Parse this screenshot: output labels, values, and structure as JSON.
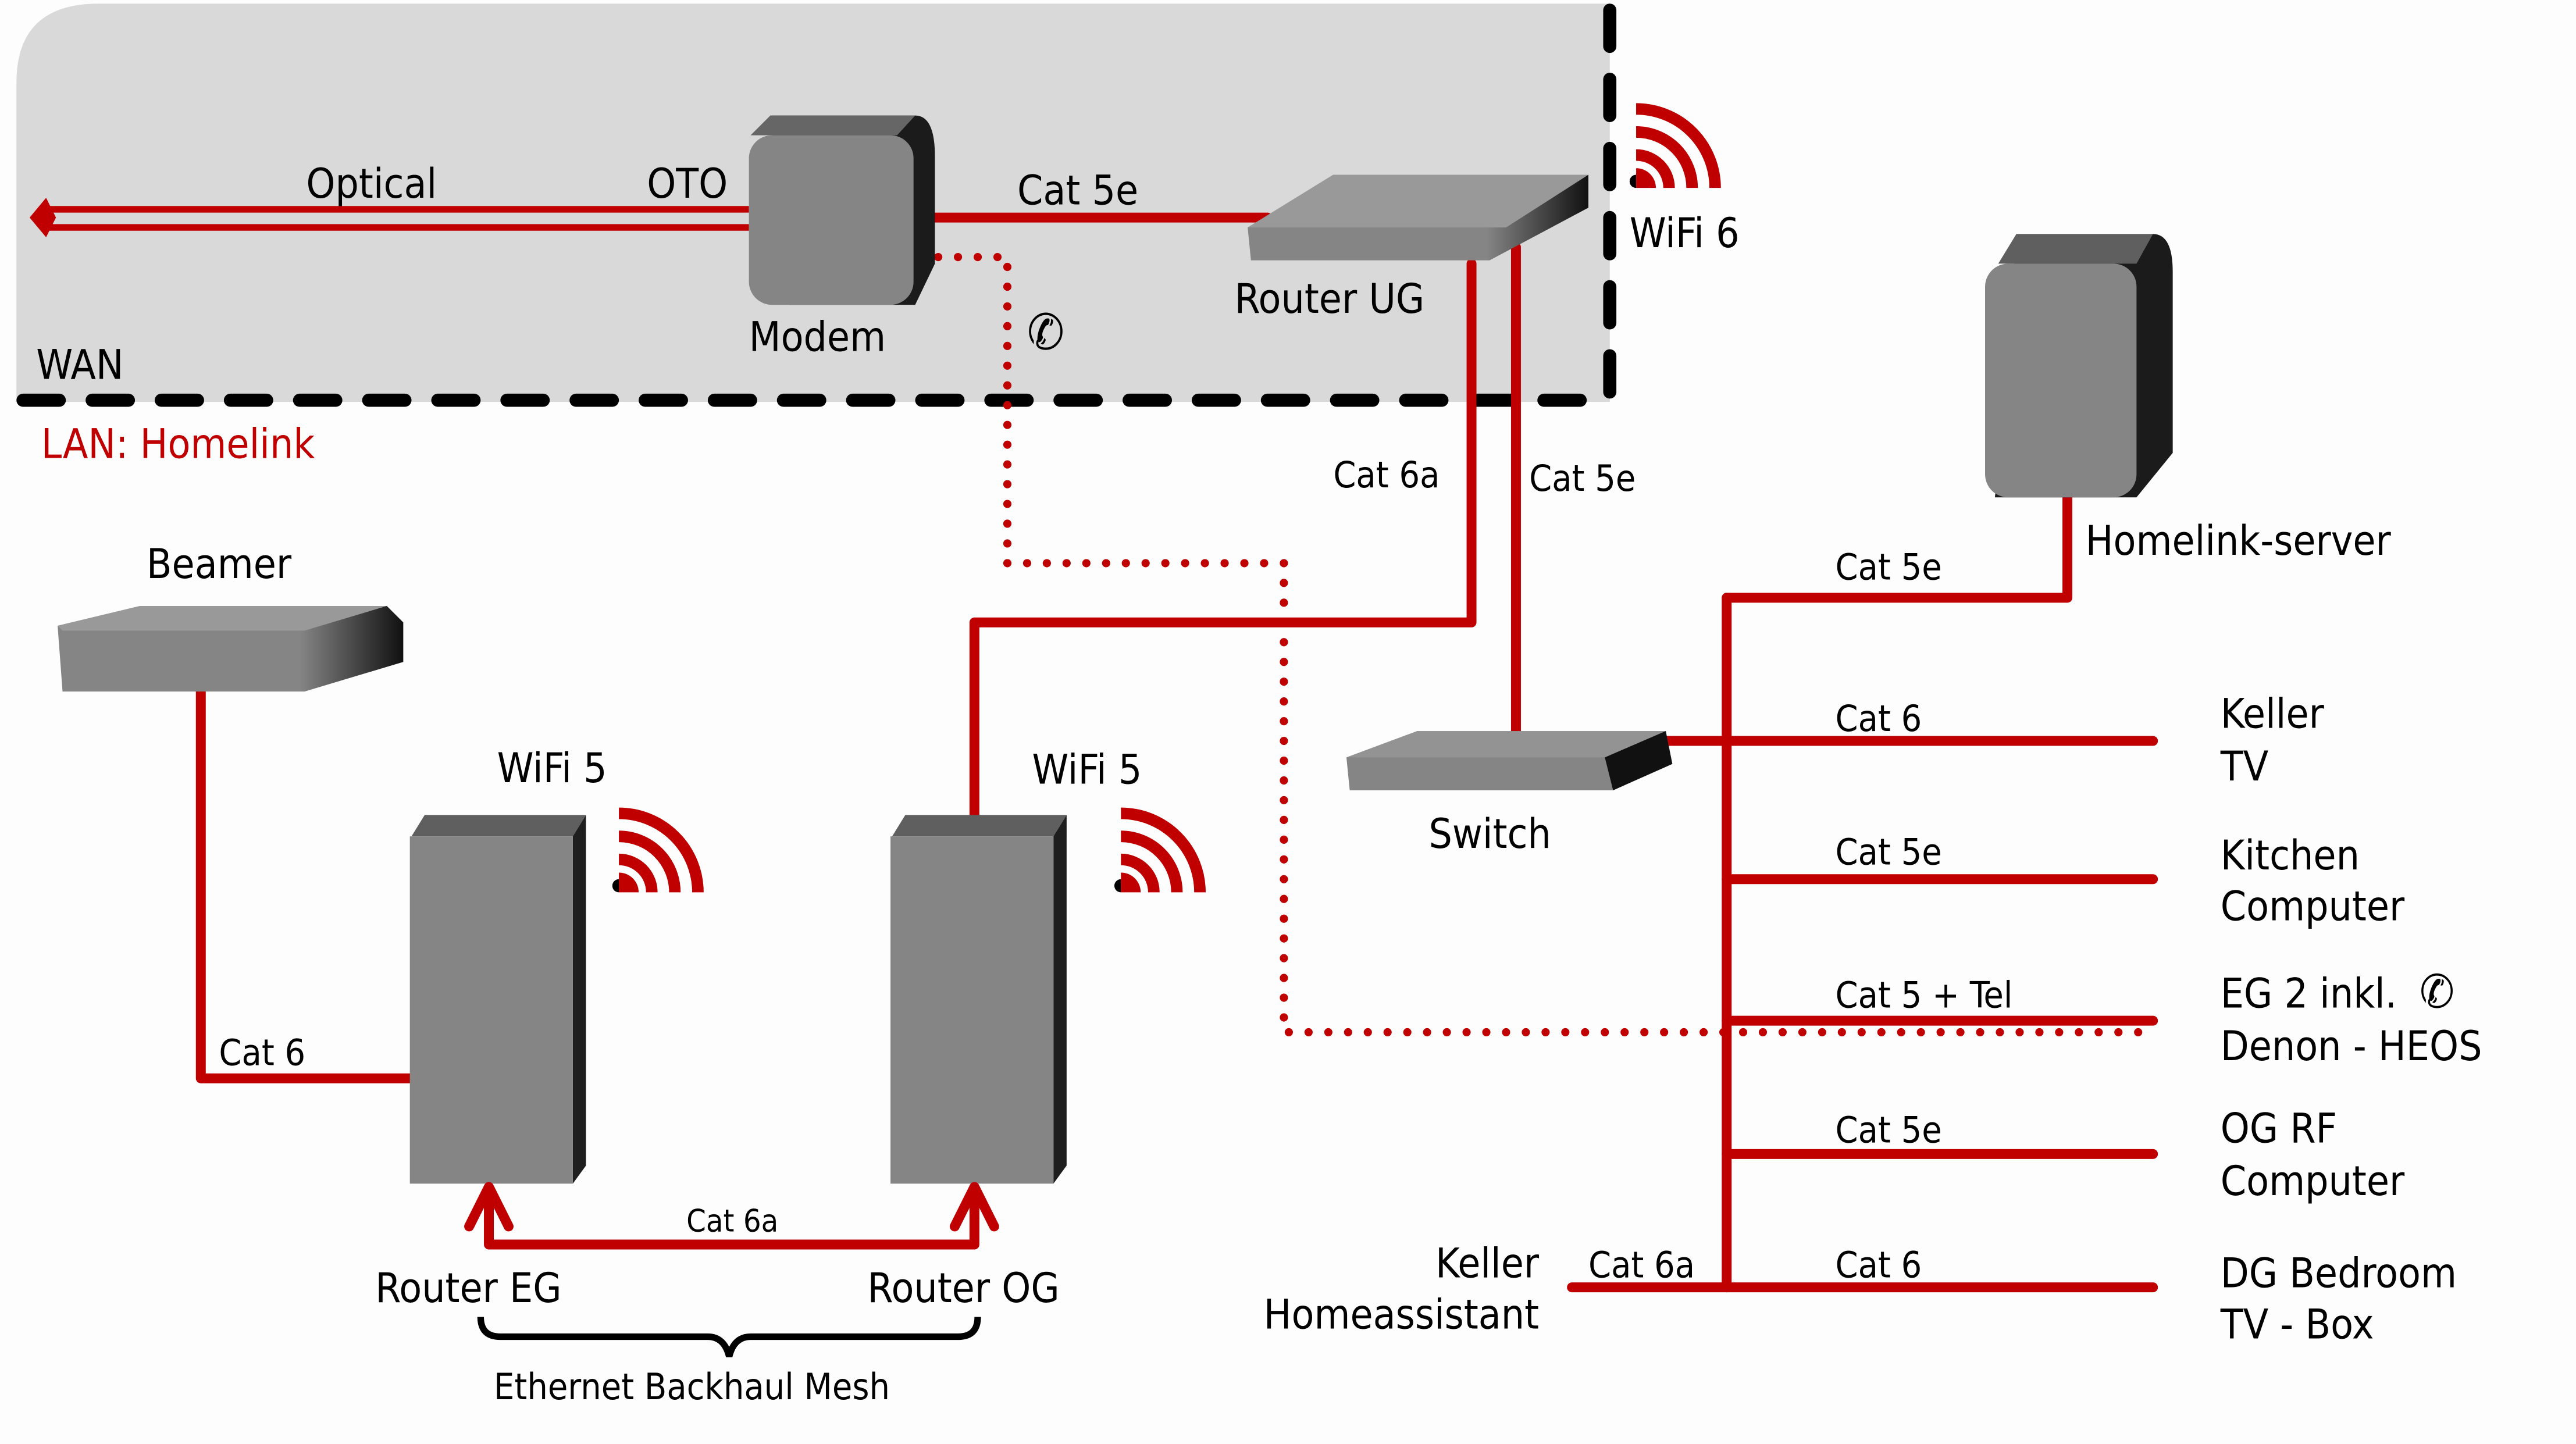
{
  "zones": {
    "wan_label": "WAN",
    "lan_label": "LAN: Homelink"
  },
  "devices": {
    "modem": "Modem",
    "router_ug": "Router UG",
    "homelink_server": "Homelink-server",
    "beamer": "Beamer",
    "switch": "Switch",
    "router_eg": "Router EG",
    "router_og": "Router OG",
    "keller_ha_line1": "Keller",
    "keller_ha_line2": "Homeassistant"
  },
  "wifi": {
    "router_ug": "WiFi 6",
    "router_eg": "WiFi 5",
    "router_og": "WiFi 5"
  },
  "cables": {
    "optical": "Optical",
    "oto": "OTO",
    "modem_router": "Cat 5e",
    "router_og_uplink": "Cat 6a",
    "router_switch": "Cat 5e",
    "server_link": "Cat 5e",
    "beamer_link": "Cat 6",
    "backhaul": "Cat 6a",
    "keller_ha_link": "Cat 6a"
  },
  "backhaul_label": "Ethernet Backhaul Mesh",
  "endpoints": [
    {
      "cable": "Cat 6",
      "line1": "Keller",
      "line2": "TV"
    },
    {
      "cable": "Cat 5e",
      "line1": "Kitchen",
      "line2": "Computer"
    },
    {
      "cable": "Cat 5 + Tel",
      "line1": "EG 2 inkl.",
      "line2": "Denon - HEOS",
      "phone": true
    },
    {
      "cable": "Cat 5e",
      "line1": "OG RF",
      "line2": "Computer"
    },
    {
      "cable": "Cat 6",
      "line1": "DG Bedroom",
      "line2": "TV - Box"
    }
  ],
  "colors": {
    "cable": "#c00000",
    "wan_zone": "#d9d9d9",
    "device": "#858585"
  }
}
